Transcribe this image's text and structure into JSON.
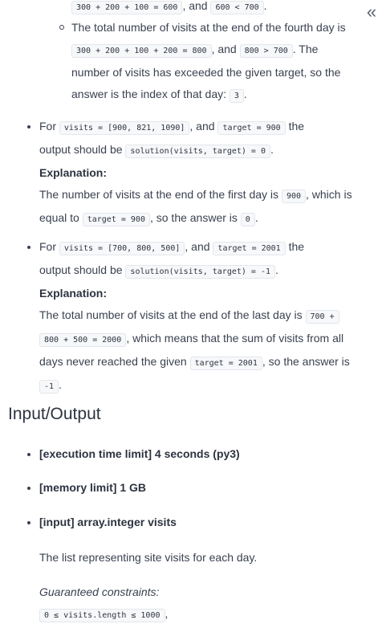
{
  "collapse_icon": "chevrons-left-icon",
  "top_fragment": {
    "code_a": "300 + 200 + 100 = 600",
    "and": ", and",
    "code_b": "600 < 700",
    "tail": "."
  },
  "fourth_day": {
    "text1": "The total number of visits at the end of the fourth day is",
    "code_a": "300 + 200 + 100 + 200 = 800",
    "and": ", and",
    "code_b": "800 > 700",
    "text2": ". The",
    "text3": "number of visits has exceeded the given target, so the",
    "text4": "answer is the index of that day:",
    "code_c": "3",
    "tail": "."
  },
  "example2": {
    "for": "For",
    "visits_code": "visits = [900, 821, 1090]",
    "and": ", and",
    "target_code": "target = 900",
    "the": "the",
    "output_text": "output should be",
    "output_code": "solution(visits, target) = 0",
    "dot": ".",
    "explanation": "Explanation:",
    "exp_text1": "The number of visits at the end of the first day is",
    "exp_code1": "900",
    "exp_text2": ", which is",
    "exp_text3": "equal to",
    "exp_code2": "target = 900",
    "exp_text4": ", so the answer is",
    "exp_code3": "0",
    "exp_tail": "."
  },
  "example3": {
    "for": "For",
    "visits_code": "visits = [700, 800, 500]",
    "and": ", and",
    "target_code": "target = 2001",
    "the": "the",
    "output_text": "output should be",
    "output_code": "solution(visits, target) = -1",
    "dot": ".",
    "explanation": "Explanation:",
    "exp_text1": "The total number of visits at the end of the last day is",
    "exp_code1a": "700 +",
    "exp_code1b": "800 + 500 = 2000",
    "exp_text2": ", which means that the sum of visits from all",
    "exp_text3": "days never reached the given",
    "exp_code2": "target = 2001",
    "exp_text4": ", so the answer is",
    "exp_code3": "-1",
    "exp_tail": "."
  },
  "io": {
    "title": "Input/Output",
    "items": [
      "[execution time limit] 4 seconds (py3)",
      "[memory limit] 1 GB",
      "[input] array.integer visits"
    ],
    "input_desc": "The list representing site visits for each day.",
    "guaranteed": "Guaranteed constraints:",
    "constraint_code": "0 ≤ visits.length ≤ 1000",
    "constraint_tail": ","
  }
}
